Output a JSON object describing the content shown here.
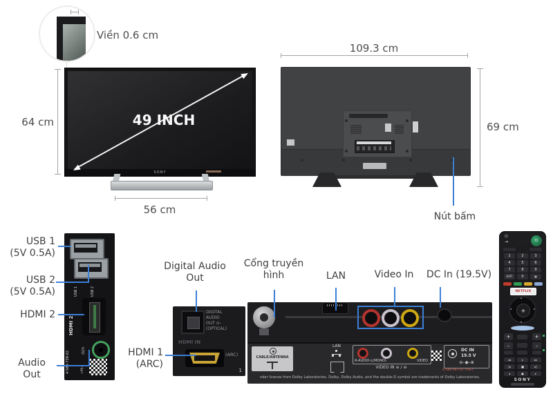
{
  "colors": {
    "callout": "#3c7fd6",
    "dim_line": "#a3a3a3",
    "label_text": "#3f3f3f"
  },
  "magnifier": {
    "label": "Viền 0.6 cm"
  },
  "front": {
    "diagonal": "49 INCH",
    "height": "64 cm",
    "stand_width": "56 cm",
    "brand": "SONY"
  },
  "back": {
    "width": "109.3 cm",
    "height": "69 cm",
    "button": "Nút bấm"
  },
  "left_panel": {
    "usb1": [
      "USB 1",
      "(5V 0.5A)"
    ],
    "usb2": [
      "USB 2",
      "(5V 0.5A)"
    ],
    "hdmi2": "HDMI 2",
    "audio": [
      "Audio",
      "Out"
    ],
    "tags": {
      "usb1": "USB 1",
      "usb2": "USB 2",
      "hdmi2": "HDMI 2",
      "jack": "⊙/∩",
      "part": "4-580-738-02",
      "ps": ">PS<"
    }
  },
  "mid_panel": {
    "digital_audio": [
      "Digital Audio",
      "Out"
    ],
    "hdmi1": [
      "HDMI 1",
      "(ARC)"
    ],
    "tags": {
      "optical": [
        "DIGITAL",
        "AUDIO",
        "OUT ⊙-",
        "(OPTICAL)"
      ],
      "hdmi_in": "HDMI IN",
      "arc": "(ARC)",
      "num": "1"
    }
  },
  "wide_panel": {
    "tv_port": [
      "Cổng truyền",
      "hình"
    ],
    "lan": "LAN",
    "video_in": "Video In",
    "dc_in": "DC In (19.5V)",
    "tags": {
      "cable": "CABLE/ANTENNA",
      "lan": "LAN",
      "audio_row": "R-AUDIO-L(MONO)",
      "video": "VIDEO",
      "video_in_row": "VIDEO IN  ⊖ / ⊖",
      "dc_line1": "DC IN",
      "dc_line2": "19.5 V",
      "polarity": "⊖–◉–⊕",
      "part": "4-580-097-01 >PE<",
      "dolby": "nder license from Dolby Laboratories. Dolby, Dolby Audio, and the double-D symbol are trademarks of Dolby Laboratories."
    }
  },
  "remote": {
    "power": "⏻",
    "input": "⇥",
    "digits": [
      "1",
      "2",
      "3",
      "4",
      "5",
      "6",
      "7",
      "8",
      "9"
    ],
    "exit": "EXIT",
    "zero": "0",
    "grid_extra": "▦",
    "netflix": "NETFLIX",
    "dpad_center": "+",
    "dpad_up": "▴",
    "dpad_right": "▸",
    "dpad_down": "▾",
    "dpad_left": "◂",
    "plus": "+",
    "minus": "–",
    "transport": [
      [
        "◂◂",
        "▸",
        "▸▸"
      ],
      [
        "|◂",
        "■",
        "▸|"
      ],
      [
        "◂",
        "●",
        "▸"
      ]
    ],
    "brand": "SONY"
  }
}
